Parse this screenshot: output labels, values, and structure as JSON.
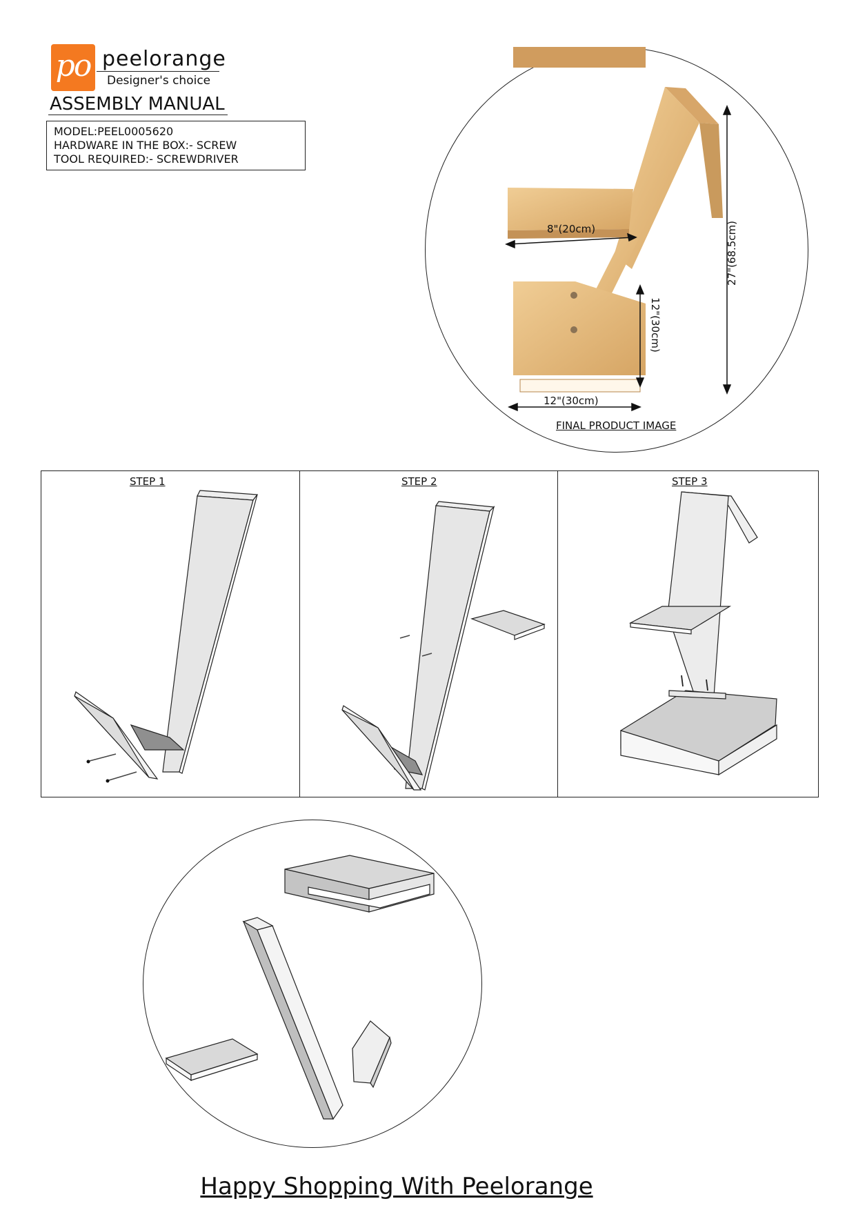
{
  "header": {
    "logo_text": "po",
    "brand": "peelorange",
    "tagline": "Designer's choice",
    "title": "ASSEMBLY MANUAL"
  },
  "info": {
    "model": "MODEL:PEEL0005620",
    "hardware": "HARDWARE IN THE BOX:- SCREW",
    "tool": "TOOL REQUIRED:- SCREWDRIVER"
  },
  "product": {
    "caption": "FINAL PRODUCT IMAGE",
    "dim_seat_width": "8\"(20cm)",
    "dim_height": "27\"(68.5cm)",
    "dim_base_height": "12\"(30cm)",
    "dim_base_width": "12\"(30cm)"
  },
  "steps": [
    "STEP 1",
    "STEP 2",
    "STEP 3"
  ],
  "footer": "Happy Shopping With Peelorange",
  "colors": {
    "brand_orange": "#f47920",
    "wood": "#e2b57a",
    "panel_gray": "#d8d8d8"
  }
}
